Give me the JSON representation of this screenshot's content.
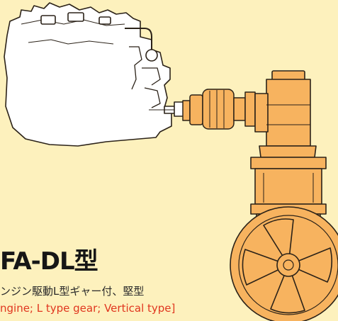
{
  "model": {
    "title": "FA-DL型",
    "subtitle_jp": "ンジン駆動L型ギャー付、堅型",
    "subtitle_en": "ngine; L type gear; Vertical type]"
  },
  "colors": {
    "background": "#fdf1bd",
    "engine_fill": "#ffffff",
    "thruster_fill": "#f7b35f",
    "outline": "#2b2218",
    "title": "#161616",
    "subtitle_en": "#e0361f"
  },
  "icons": [
    "engine-drawing",
    "coupling-drawing",
    "l-type-gear-drawing",
    "vertical-thruster-drawing",
    "propeller-drawing"
  ]
}
